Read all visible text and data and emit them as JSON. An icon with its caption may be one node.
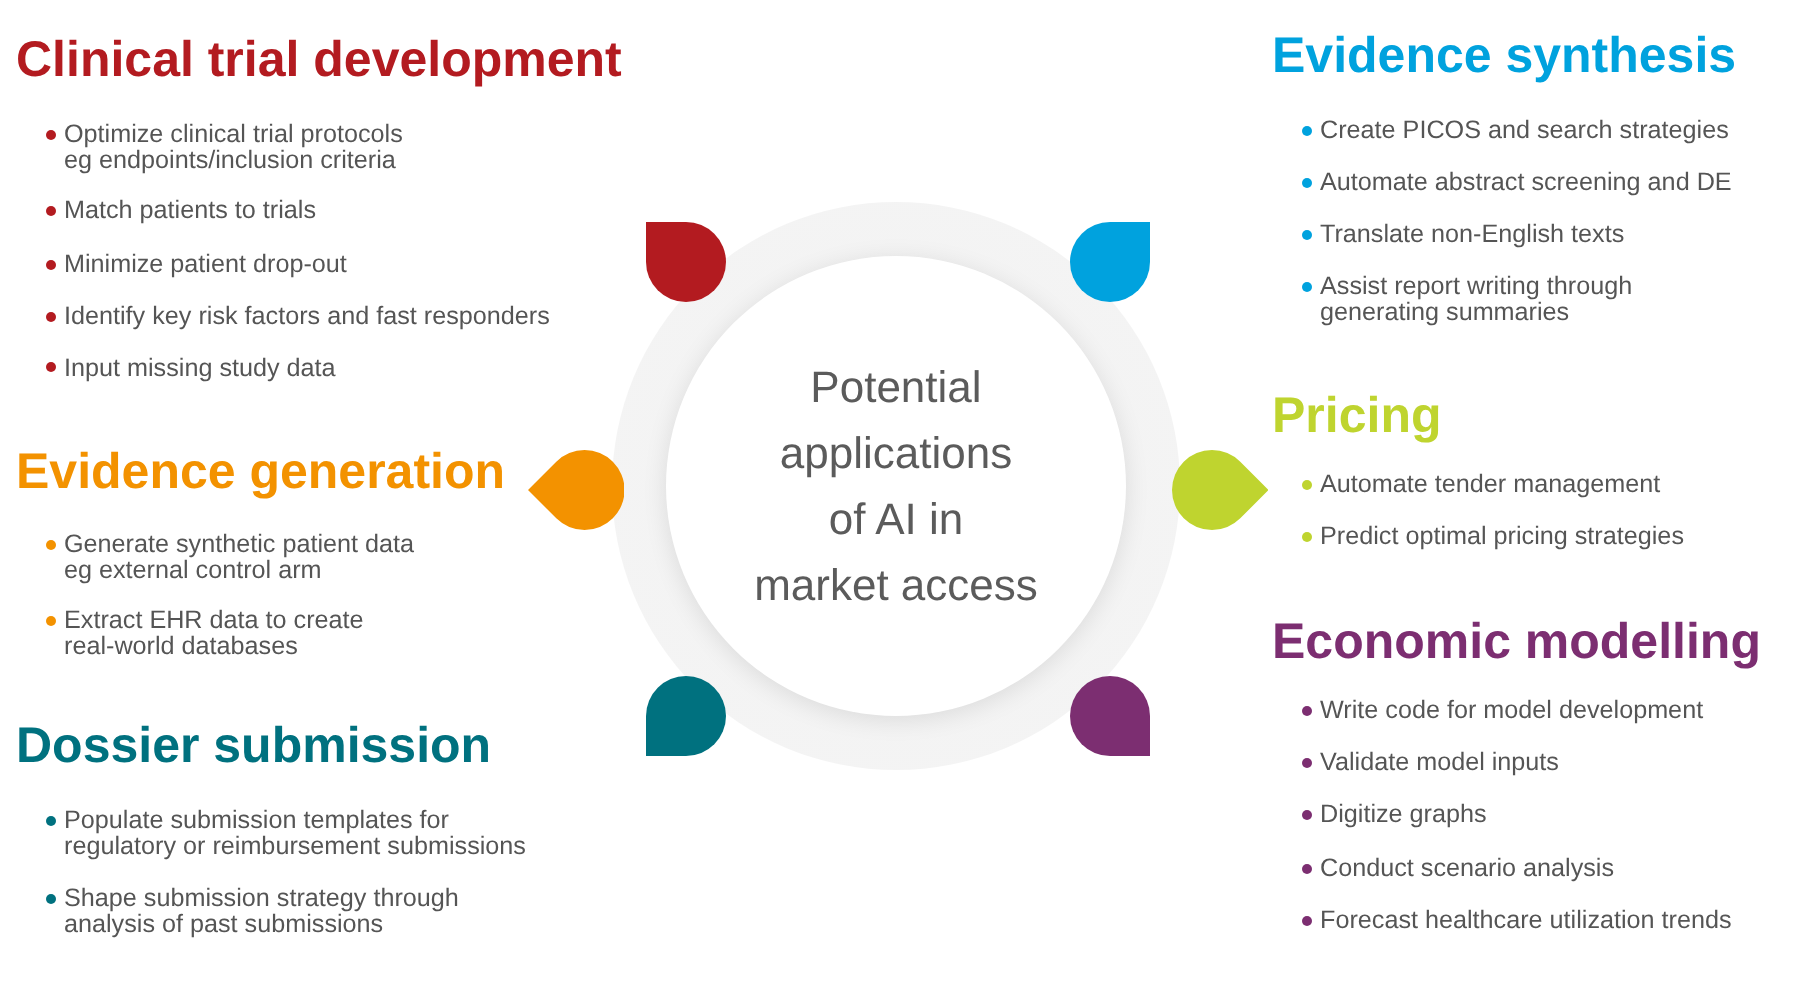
{
  "diagram": {
    "nodes": [
      {
        "text": [
          "Potential applications of AI in market access"
        ]
      },
      {
        "text": [],
        "shape": "teardrop"
      },
      {
        "text": [],
        "shape": "teardrop"
      },
      {
        "text": [],
        "shape": "teardrop"
      },
      {
        "text": [],
        "shape": "teardrop"
      },
      {
        "text": [],
        "shape": "teardrop"
      },
      {
        "text": [],
        "shape": "teardrop"
      }
    ],
    "labels": [
      "Clinical trial development",
      "Optimize clinical trial protocols eg endpoints/inclusion criteria",
      "Match patients to trials",
      "Minimize patient drop-out",
      "Identify key risk factors and fast responders",
      "Input missing study data",
      "Evidence generation",
      "Generate synthetic patient data eg external control arm",
      "Extract EHR data to create real-world databases",
      "Dossier submission",
      "Populate submission templates for regulatory or reimbursement submissions",
      "Shape submission strategy through analysis of past submissions",
      "Evidence synthesis",
      "Create PICOS and search strategies",
      "Automate abstract screening and DE",
      "Translate non-English texts",
      "Assist report writing through generating summaries",
      "Pricing",
      "Automate tender management",
      "Predict optimal pricing strategies",
      "Economic modelling",
      "Write code for model development",
      "Validate model inputs",
      "Digitize graphs",
      "Conduct scenario analysis",
      "Forecast healthcare utilization trends"
    ]
  }
}
